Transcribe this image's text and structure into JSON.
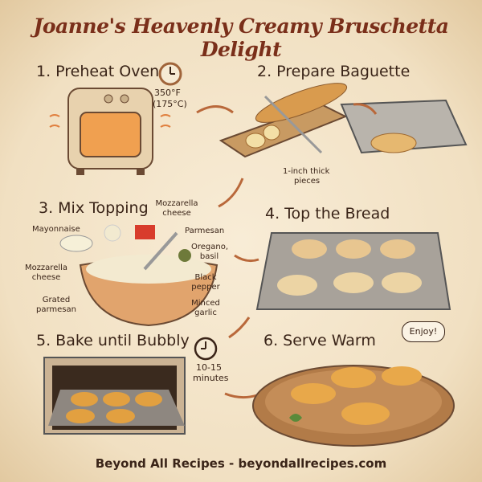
{
  "title": "Joanne's Heavenly Creamy Bruschetta Delight",
  "steps": [
    {
      "label": "1. Preheat Oven",
      "notes": [
        "350°F",
        "(175°C)"
      ]
    },
    {
      "label": "2. Prepare Baguette",
      "notes": [
        "1-inch thick",
        "pieces"
      ]
    },
    {
      "label": "3. Mix Topping",
      "ingredients": [
        "Mayonnaise",
        "Mozzarella cheese",
        "Parmesan",
        "Oregano, basil",
        "Mozzarella cheese",
        "Black pepper",
        "Grated parmesan",
        "Minced garlic"
      ]
    },
    {
      "label": "4. Top the Bread"
    },
    {
      "label": "5. Bake until Bubbly",
      "notes": [
        "10-15",
        "minutes"
      ]
    },
    {
      "label": "6. Serve Warm",
      "notes": [
        "Enjoy!"
      ]
    }
  ],
  "footer": "Beyond All Recipes - beyondallrecipes.com"
}
